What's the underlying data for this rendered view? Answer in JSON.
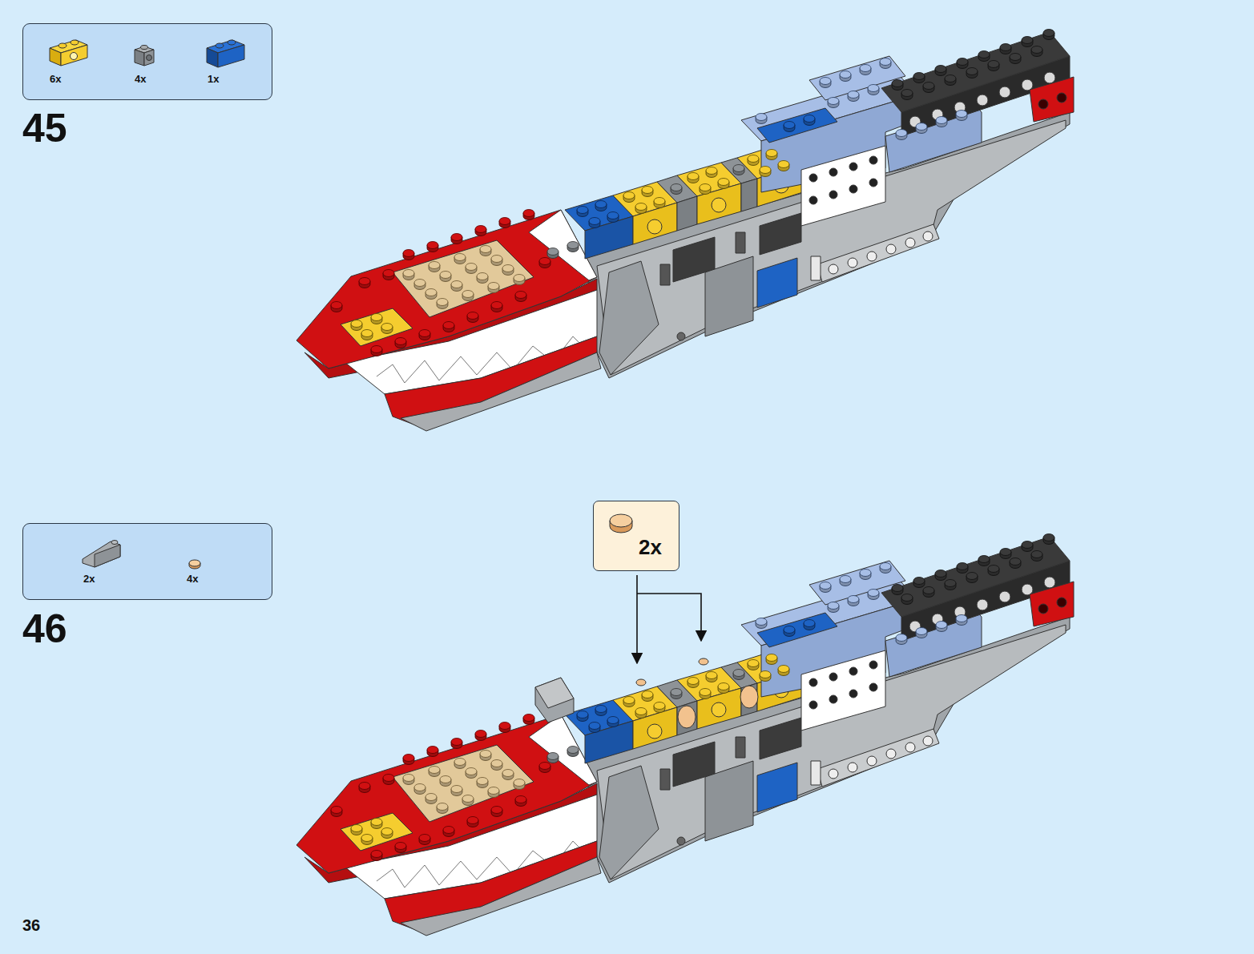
{
  "diagram": {
    "nodes": [
      {
        "text": [
          "6x",
          "4x",
          "1x"
        ]
      },
      {
        "text": [
          "2x",
          "4x"
        ]
      },
      {
        "text": [
          "2x"
        ]
      }
    ],
    "labels": [
      "45",
      "46",
      "36"
    ]
  }
}
